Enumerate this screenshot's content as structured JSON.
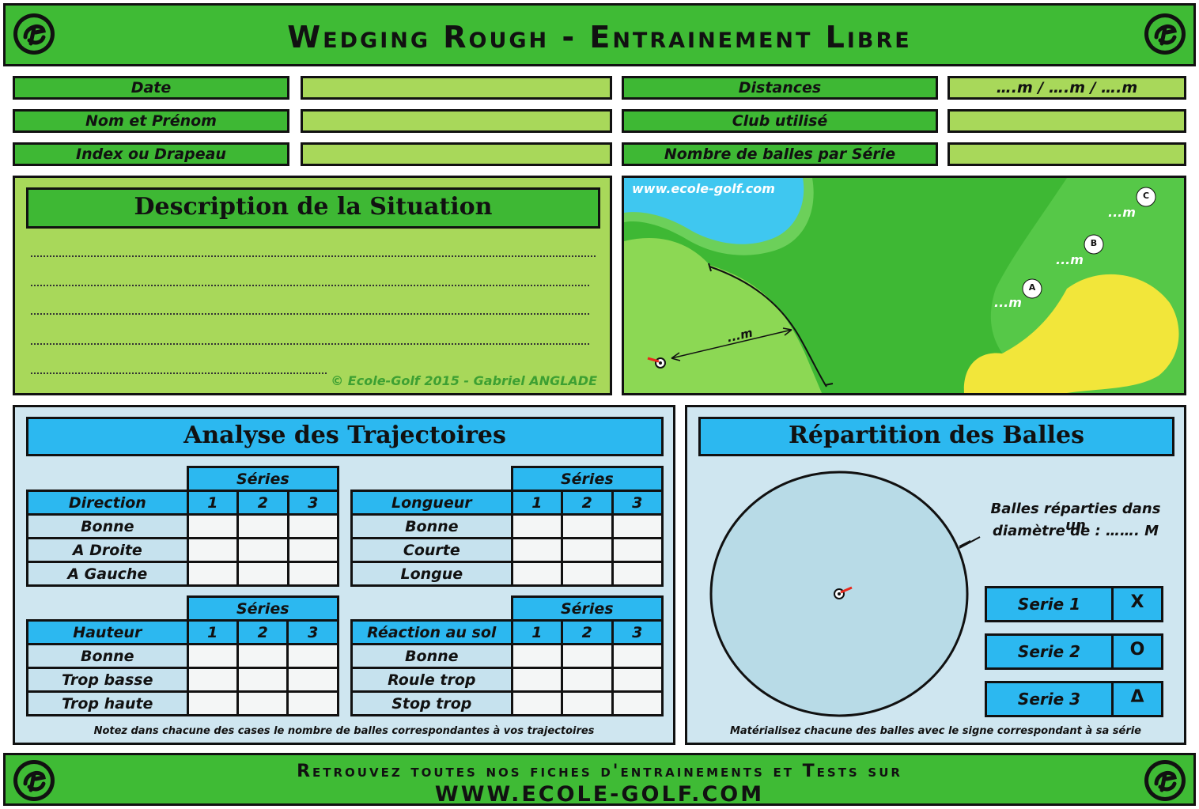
{
  "header": {
    "title": "Wedging Rough - Entrainement Libre"
  },
  "info": {
    "left": [
      {
        "label": "Date",
        "value": ""
      },
      {
        "label": "Nom et Prénom",
        "value": ""
      },
      {
        "label": "Index ou Drapeau",
        "value": ""
      }
    ],
    "right": [
      {
        "label": "Distances",
        "value": "….m / ….m / ….m"
      },
      {
        "label": "Club utilisé",
        "value": ""
      },
      {
        "label": "Nombre de balles par Série",
        "value": ""
      }
    ]
  },
  "description": {
    "title": "Description de la Situation",
    "copyright": "© Ecole-Golf  2015 - Gabriel ANGLADE"
  },
  "map": {
    "watermark": "www.ecole-golf.com",
    "distance_label": "...m",
    "targets": [
      {
        "letter": "A",
        "distance": "...m"
      },
      {
        "letter": "B",
        "distance": "...m"
      },
      {
        "letter": "C",
        "distance": "...m"
      }
    ],
    "colors": {
      "water": "#3fc7f0",
      "rough": "#3eb834",
      "fairway": "#8cd854",
      "bunker": "#f2e63a"
    }
  },
  "analysis": {
    "title": "Analyse des Trajectoires",
    "series_label": "Séries",
    "series_numbers": [
      "1",
      "2",
      "3"
    ],
    "tables": [
      {
        "header": "Direction",
        "rows": [
          "Bonne",
          "A Droite",
          "A Gauche"
        ]
      },
      {
        "header": "Longueur",
        "rows": [
          "Bonne",
          "Courte",
          "Longue"
        ]
      },
      {
        "header": "Hauteur",
        "rows": [
          "Bonne",
          "Trop basse",
          "Trop haute"
        ]
      },
      {
        "header": "Réaction au sol",
        "rows": [
          "Bonne",
          "Roule trop",
          "Stop trop"
        ]
      }
    ],
    "note": "Notez dans chacune des cases le nombre de balles correspondantes à vos trajectoires"
  },
  "repartition": {
    "title": "Répartition des Balles",
    "diameter_text_1": "Balles réparties dans un",
    "diameter_text_2": "diamètre de : ……. M",
    "series": [
      {
        "label": "Serie 1",
        "symbol": "X"
      },
      {
        "label": "Serie 2",
        "symbol": "O"
      },
      {
        "label": "Serie 3",
        "symbol": "Δ"
      }
    ],
    "note": "Matérialisez chacune des balles avec le signe correspondant à sa série"
  },
  "footer": {
    "line1": "Retrouvez toutes nos fiches d'entrainements et Tests sur",
    "line2": "WWW.ECOLE-GOLF.COM"
  }
}
